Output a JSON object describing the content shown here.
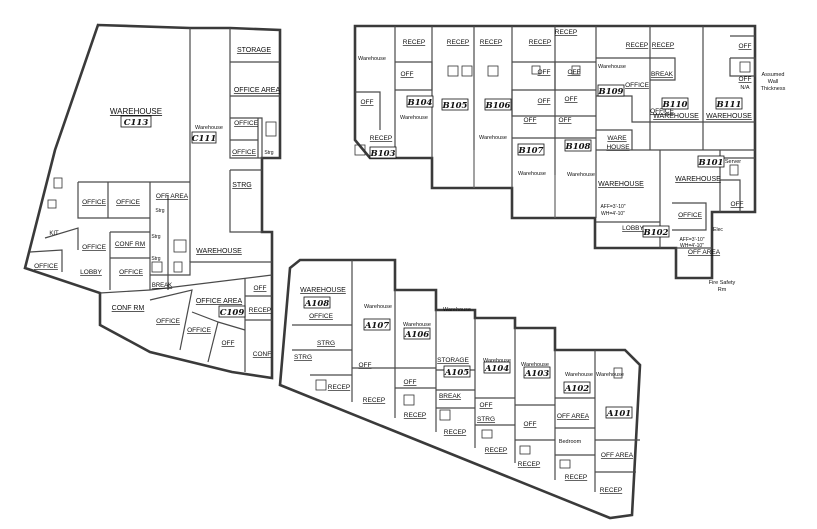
{
  "units": [
    "C113",
    "C111",
    "C109",
    "B104",
    "B105",
    "B106",
    "B107",
    "B108",
    "B109",
    "B110",
    "B111",
    "B101",
    "B102",
    "B103",
    "A108",
    "A107",
    "A106",
    "A105",
    "A104",
    "A103",
    "A102",
    "A101"
  ],
  "rooms": {
    "c113_warehouse": "WAREHOUSE",
    "storage_c": "STORAGE",
    "office_area_c1": "OFFICE AREA",
    "office_c1": "OFFICE",
    "office_c2": "OFFICE",
    "strg_c1": "Strg",
    "warehouse_c111": "Warehouse",
    "strg_c2": "STRG",
    "office_l1": "OFFICE",
    "office_l2": "OFFICE",
    "off_area_l": "OFF AREA",
    "strg_l": "Strg",
    "kit": "KIT",
    "office_l3": "OFFICE",
    "conf_rm_1": "CONF RM",
    "office_l4": "OFFICE",
    "lobby_c": "LOBBY",
    "office_l5": "OFFICE",
    "office_l6": "OFFICE",
    "strg_l2": "Strg",
    "strg_l3": "Strg",
    "break_c": "BREAK",
    "warehouse_c_mid": "WAREHOUSE",
    "off_c109": "OFF",
    "recep_c109": "RECEP",
    "office_area_c109": "OFFICE AREA",
    "conf_rm_2": "CONF RM",
    "office_c109_1": "OFFICE",
    "office_c109_2": "OFFICE",
    "off_c109_2": "OFF",
    "conf_c109": "CONF",
    "warehouse_b103": "Warehouse",
    "off_b103": "OFF",
    "recep_b103": "RECEP",
    "recep_b104": "RECEP",
    "off_b104": "OFF",
    "warehouse_b104": "Warehouse",
    "recep_b105": "RECEP",
    "recep_b106": "RECEP",
    "warehouse_b105": "Warehouse",
    "recep_b107": "RECEP",
    "recep_b108": "RECEP",
    "off_b107a": "OFF",
    "off_b108a": "OFF",
    "off_b107b": "OFF",
    "off_b108b": "OFF",
    "off_b107c": "OFF",
    "off_b108c": "OFF",
    "warehouse_b107": "Warehouse",
    "warehouse_b108": "Warehouse",
    "warehouse_b109_top": "Warehouse",
    "recep_b109": "RECEP",
    "office_b109": "OFFICE",
    "ware_house_b109_1": "WARE",
    "ware_house_b109_2": "HOUSE",
    "recep_b110": "RECEP",
    "break_b110": "BREAK",
    "office_b110": "OFFICE",
    "warehouse_b110": "WAREHOUSE",
    "off_b111": "OFF",
    "off_na_1": "OFF",
    "off_na_2": "N/A",
    "warehouse_b111": "WAREHOUSE",
    "assumed_1": "Assumed",
    "assumed_2": "Wall",
    "assumed_3": "Thickness",
    "warehouse_b102": "WAREHOUSE",
    "aff_b102_1": "AFF=3'-10\"",
    "aff_b102_2": "WH=4'-10\"",
    "lobby_b102": "LOBBY",
    "warehouse_b101": "WAREHOUSE",
    "server": "Server",
    "off_b101": "OFF",
    "office_b101": "OFFICE",
    "aff_b101_1": "AFF=3'-10\"",
    "aff_b101_2": "WH=4'-10\"",
    "elec": "Elec",
    "off_area_b101": "OFF AREA",
    "fire_1": "Fire Safety",
    "fire_2": "Rm",
    "warehouse_a108": "WAREHOUSE",
    "office_a108": "OFFICE",
    "strg_a108": "STRG",
    "strg_a108b": "STRG",
    "recep_a108": "RECEP",
    "warehouse_a107": "Warehouse",
    "off_a107": "OFF",
    "recep_a107": "RECEP",
    "warehouse_a106": "Warehouse",
    "off_a106": "OFF",
    "recep_a106": "RECEP",
    "warehouse_a105": "Warehouse",
    "storage_a105": "STORAGE",
    "break_a105": "BREAK",
    "recep_a105": "RECEP",
    "warehouse_a104": "Warehouse",
    "off_a104": "OFF",
    "strg_a104": "STRG",
    "recep_a104": "RECEP",
    "warehouse_a103": "Warehouse",
    "off_a103": "OFF",
    "recep_a103": "RECEP",
    "warehouse_a102": "Warehouse",
    "off_area_a102": "OFF AREA",
    "bedroom": "Bedroom",
    "recep_a102": "RECEP",
    "warehouse_a101": "Warehouse",
    "off_area_a101": "OFF AREA",
    "recep_a101": "RECEP"
  }
}
